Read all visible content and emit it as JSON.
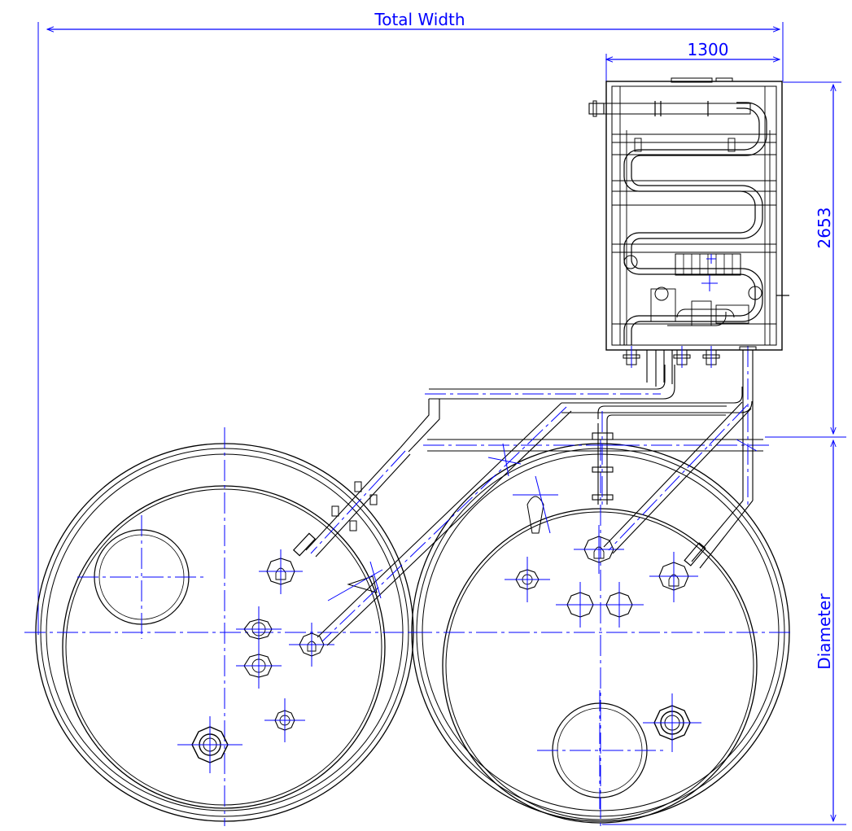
{
  "dimensions": {
    "total_width_label": "Total Width",
    "module_width_value": "1300",
    "module_height_value": "2653",
    "diameter_label": "Diameter"
  },
  "colors": {
    "geometry": "#000000",
    "dimensions": "#0000ff",
    "background": "#ffffff"
  }
}
